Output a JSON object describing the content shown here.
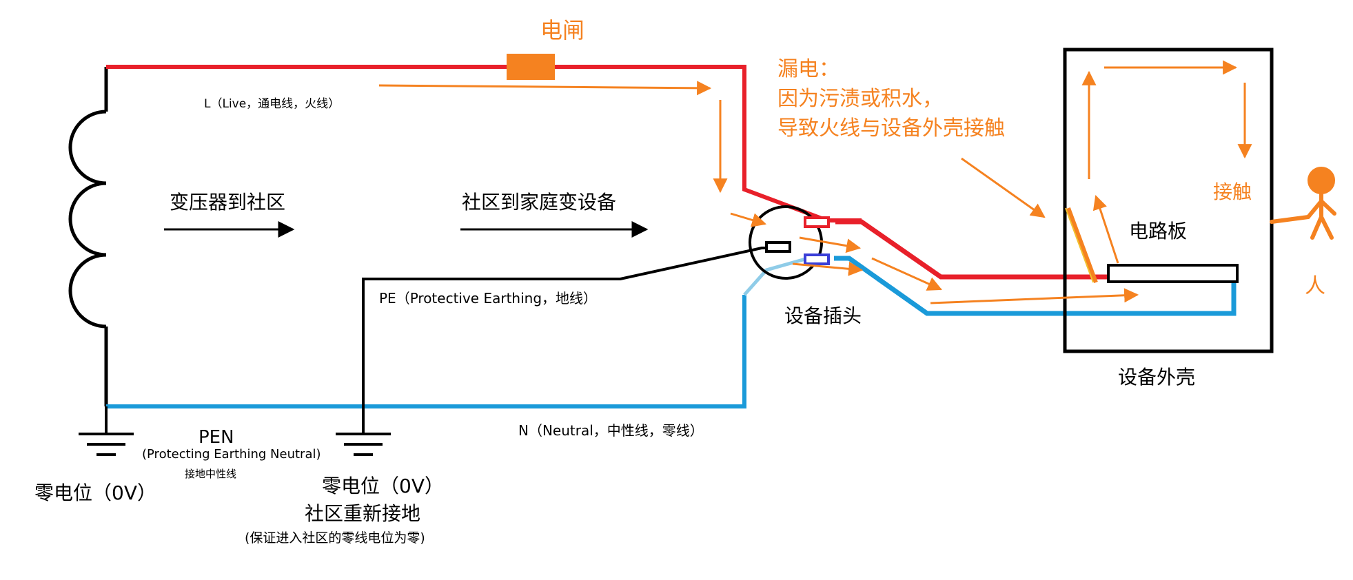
{
  "colors": {
    "live": "#e8202a",
    "neutral": "#1a9ad9",
    "neutral_light": "#8fcce8",
    "earth": "#000000",
    "accent": "#f58220",
    "fault": "#f2c12e"
  },
  "labels": {
    "breaker": "电闸",
    "live_wire": "L（Live，通电线，火线）",
    "transformer_to_community": "变压器到社区",
    "community_to_home": "社区到家庭变设备",
    "pe_wire": "PE（Protective Earthing，地线）",
    "pen": "PEN",
    "pen_full": "(Protecting Earthing Neutral)",
    "pen_cn": "接地中性线",
    "zero_potential_left": "零电位（0V）",
    "zero_potential_right": "零电位（0V）",
    "community_regrounding": "社区重新接地",
    "regrounding_note": "(保证进入社区的零线电位为零)",
    "neutral_wire": "N（Neutral，中性线，零线）",
    "leakage_title": "漏电：",
    "leakage_line1": "因为污渍或积水，",
    "leakage_line2": "导致火线与设备外壳接触",
    "plug": "设备插头",
    "circuit_board": "电路板",
    "casing": "设备外壳",
    "contact": "接触",
    "person": "人"
  },
  "icons": {
    "ground_left": "ground-icon",
    "ground_right": "ground-icon",
    "person": "stick-figure-icon",
    "coil": "transformer-coil-icon"
  }
}
